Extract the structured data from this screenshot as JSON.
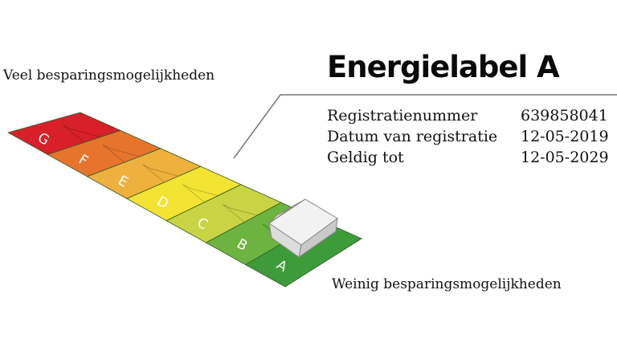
{
  "header": {
    "title": "Energielabel A"
  },
  "scale": {
    "top_caption": "Veel besparingsmogelijkheden",
    "bottom_caption": "Weinig besparingsmogelijkheden",
    "current_label": "A",
    "bands": [
      {
        "label": "G",
        "color": "#d7202a"
      },
      {
        "label": "F",
        "color": "#e6742c"
      },
      {
        "label": "E",
        "color": "#efb13e"
      },
      {
        "label": "D",
        "color": "#f3e333"
      },
      {
        "label": "C",
        "color": "#c8d443"
      },
      {
        "label": "B",
        "color": "#6db33f"
      },
      {
        "label": "A",
        "color": "#3e9b3a"
      }
    ]
  },
  "details": [
    {
      "label": "Registratienummer",
      "value": "639858041"
    },
    {
      "label": "Datum van registratie",
      "value": "12-05-2019"
    },
    {
      "label": "Geldig tot",
      "value": "12-05-2029"
    }
  ]
}
